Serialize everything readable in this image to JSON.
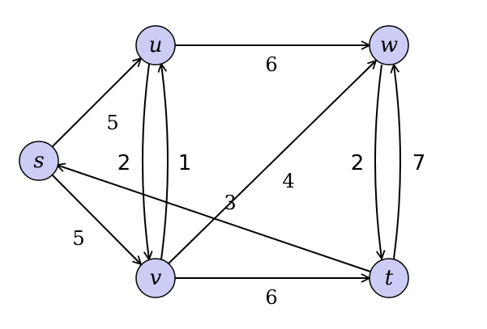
{
  "graph": {
    "nodes": {
      "s": "s",
      "u": "u",
      "v": "v",
      "w": "w",
      "t": "t"
    },
    "edges": {
      "s_u": "5",
      "s_v": "5",
      "u_v": "2",
      "v_u": "1",
      "u_w": "6",
      "v_w": "4",
      "t_s": "3",
      "v_t": "6",
      "w_t": "2",
      "t_w": "7"
    },
    "colors": {
      "node_fill": "#ccccf5",
      "stroke": "#000000"
    }
  }
}
